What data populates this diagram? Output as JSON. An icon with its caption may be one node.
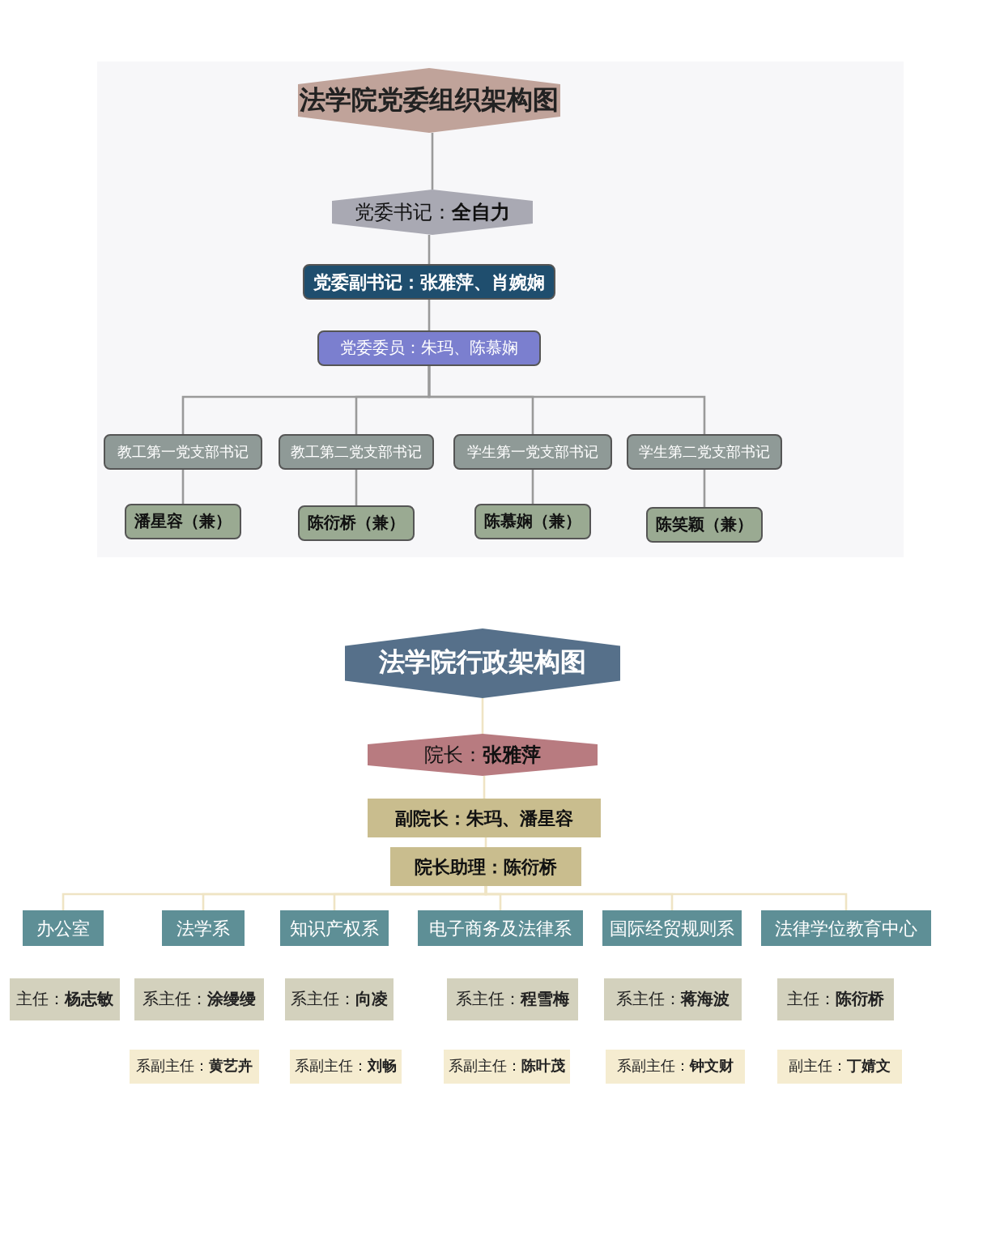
{
  "diagram": {
    "nodes": [
      {
        "text": [
          "法学院党委组织架构图"
        ]
      },
      {
        "text": [
          "党委书记：**全自力**"
        ]
      },
      {
        "text": [
          "党委副书记：张雅萍、肖婉娴"
        ]
      },
      {
        "text": [
          "党委委员：朱玛、陈慕娴"
        ]
      },
      {
        "text": [
          "教工第一党支部书记"
        ]
      },
      {
        "text": [
          "教工第二党支部书记"
        ]
      },
      {
        "text": [
          "学生第一党支部书记"
        ]
      },
      {
        "text": [
          "学生第二党支部书记"
        ]
      },
      {
        "text": [
          "潘星容（兼）"
        ]
      },
      {
        "text": [
          "陈衍桥（兼）"
        ]
      },
      {
        "text": [
          "陈慕娴（兼）"
        ]
      },
      {
        "text": [
          "陈笑颖（兼）"
        ]
      },
      {
        "text": [
          "法学院行政架构图"
        ]
      },
      {
        "text": [
          "院长：**张雅萍**"
        ]
      },
      {
        "text": [
          "副院长：朱玛、潘星容"
        ]
      },
      {
        "text": [
          "院长助理：陈衍桥"
        ]
      },
      {
        "text": [
          "办公室"
        ]
      },
      {
        "text": [
          "法学系"
        ]
      },
      {
        "text": [
          "知识产权系"
        ]
      },
      {
        "text": [
          "电子商务及法律系"
        ]
      },
      {
        "text": [
          "国际经贸规则系"
        ]
      },
      {
        "text": [
          "法律学位教育中心"
        ]
      },
      {
        "text": [
          "主任：**杨志敏**"
        ]
      },
      {
        "text": [
          "系主任：**涂缦缦**"
        ]
      },
      {
        "text": [
          "系主任：**向凌**"
        ]
      },
      {
        "text": [
          "系主任：**程雪梅**"
        ]
      },
      {
        "text": [
          "系主任：**蒋海波**"
        ]
      },
      {
        "text": [
          "主任：**陈衍桥**"
        ]
      },
      {
        "text": [
          "系副主任：**黄艺卉**"
        ]
      },
      {
        "text": [
          "系副主任：**刘畅**"
        ]
      },
      {
        "text": [
          "系副主任：**陈叶茂**"
        ]
      },
      {
        "text": [
          "系副主任：**钟文财**"
        ]
      },
      {
        "text": [
          "副主任：**丁婧文**"
        ]
      }
    ],
    "edges": [
      {
        "from": 0,
        "to": 1,
        "arrow": "none"
      },
      {
        "from": 1,
        "to": 2,
        "arrow": "none"
      },
      {
        "from": 2,
        "to": 3,
        "arrow": "none"
      },
      {
        "from": 3,
        "to": 4,
        "arrow": "none"
      },
      {
        "from": 3,
        "to": 5,
        "arrow": "none"
      },
      {
        "from": 3,
        "to": 6,
        "arrow": "none"
      },
      {
        "from": 3,
        "to": 7,
        "arrow": "none"
      },
      {
        "from": 4,
        "to": 8,
        "arrow": "none"
      },
      {
        "from": 5,
        "to": 9,
        "arrow": "none"
      },
      {
        "from": 6,
        "to": 10,
        "arrow": "none"
      },
      {
        "from": 7,
        "to": 11,
        "arrow": "none"
      },
      {
        "from": 12,
        "to": 13,
        "arrow": "none",
        "color": "#efe4c4"
      },
      {
        "from": 13,
        "to": 14,
        "arrow": "none",
        "color": "#efe4c4"
      },
      {
        "from": 14,
        "to": 15,
        "arrow": "none",
        "color": "#efe4c4"
      },
      {
        "from": 15,
        "to": 16,
        "arrow": "none",
        "color": "#efe4c4"
      },
      {
        "from": 15,
        "to": 17,
        "arrow": "none",
        "color": "#efe4c4"
      },
      {
        "from": 15,
        "to": 18,
        "arrow": "none",
        "color": "#efe4c4"
      },
      {
        "from": 15,
        "to": 19,
        "arrow": "none",
        "color": "#efe4c4"
      },
      {
        "from": 15,
        "to": 20,
        "arrow": "none",
        "color": "#efe4c4"
      },
      {
        "from": 15,
        "to": 21,
        "arrow": "none",
        "color": "#efe4c4"
      }
    ]
  }
}
